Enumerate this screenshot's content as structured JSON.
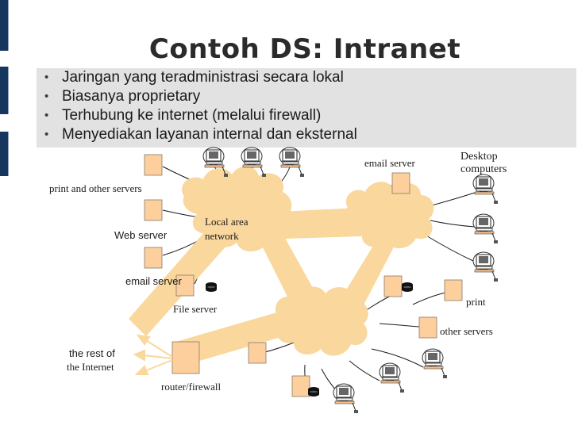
{
  "slide": {
    "title": "Contoh DS: Intranet",
    "bullets": [
      "Jaringan yang teradministrasi secara lokal",
      "Biasanya proprietary",
      "Terhubung ke internet (melalui firewall)",
      "Menyediakan layanan internal dan eksternal"
    ]
  },
  "diagram": {
    "labels": {
      "email_server_top": "email server",
      "desktop": "Desktop",
      "computers": "computers",
      "print_servers": "print  and other servers",
      "lan_1": "Local area",
      "lan_2": "network",
      "web_server": "Web server",
      "email_server_left": "email server",
      "file_server": "File server",
      "print": "print",
      "other_servers": "other servers",
      "rest_1": "the rest of",
      "rest_2": "the Internet",
      "router": "router/firewall"
    },
    "colors": {
      "network": "#fad79d",
      "server_box": "#fccf9c",
      "title_bar": "#16365d",
      "bullet_band": "#e2e2e2"
    },
    "icons": [
      "server-box-icon",
      "desktop-computer-icon",
      "disk-drive-icon",
      "arrow-icon"
    ]
  }
}
